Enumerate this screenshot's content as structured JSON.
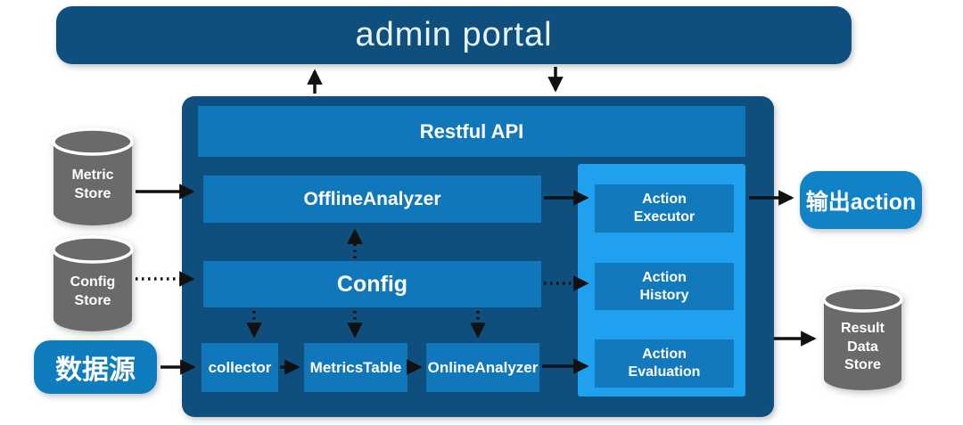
{
  "colors": {
    "dark_blue": "#0E4F7E",
    "mid_blue": "#1177BB",
    "panel_blue": "#1FA1F0",
    "inner_blue": "#1379BD",
    "datasource_blue": "#0F7CBE",
    "output_blue": "#1182C6",
    "cylinder_gray": "#6A6A6A",
    "arrow_black": "#111111",
    "background": "#FFFFFF",
    "text_white": "#FFFFFF"
  },
  "nodes": {
    "admin_portal": {
      "label": "admin portal"
    },
    "restful_api": {
      "label": "Restful API"
    },
    "offline_analyzer": {
      "label": "OfflineAnalyzer"
    },
    "config": {
      "label": "Config"
    },
    "collector": {
      "label": "collector"
    },
    "metrics_table": {
      "label": "MetricsTable"
    },
    "online_analyzer": {
      "label": "OnlineAnalyzer"
    },
    "action_executor": {
      "label": "Action Executor"
    },
    "action_history": {
      "label": "Action History"
    },
    "action_evaluation": {
      "label": "Action Evaluation"
    },
    "metric_store": {
      "label": "Metric Store",
      "shape": "database-cylinder"
    },
    "config_store": {
      "label": "Config Store",
      "shape": "database-cylinder"
    },
    "data_source": {
      "label": "数据源"
    },
    "output_action": {
      "label": "输出action"
    },
    "result_data_store": {
      "label": "Result Data Store",
      "shape": "database-cylinder"
    }
  },
  "edges": [
    {
      "from": "platform",
      "to": "admin_portal",
      "style": "solid"
    },
    {
      "from": "admin_portal",
      "to": "platform",
      "style": "solid"
    },
    {
      "from": "metric_store",
      "to": "offline_analyzer",
      "style": "solid"
    },
    {
      "from": "config_store",
      "to": "config",
      "style": "dotted"
    },
    {
      "from": "data_source",
      "to": "collector",
      "style": "solid"
    },
    {
      "from": "offline_analyzer",
      "to": "action_executor",
      "style": "solid"
    },
    {
      "from": "config",
      "to": "action_history",
      "style": "dotted"
    },
    {
      "from": "config",
      "to": "offline_analyzer",
      "style": "dotted"
    },
    {
      "from": "config",
      "to": "collector",
      "style": "dotted"
    },
    {
      "from": "config",
      "to": "metrics_table",
      "style": "dotted"
    },
    {
      "from": "config",
      "to": "online_analyzer",
      "style": "dotted"
    },
    {
      "from": "collector",
      "to": "metrics_table",
      "style": "solid"
    },
    {
      "from": "metrics_table",
      "to": "online_analyzer",
      "style": "solid"
    },
    {
      "from": "online_analyzer",
      "to": "action_evaluation",
      "style": "solid"
    },
    {
      "from": "action_executor",
      "to": "output_action",
      "style": "solid"
    },
    {
      "from": "action_evaluation",
      "to": "result_data_store",
      "style": "solid"
    }
  ]
}
